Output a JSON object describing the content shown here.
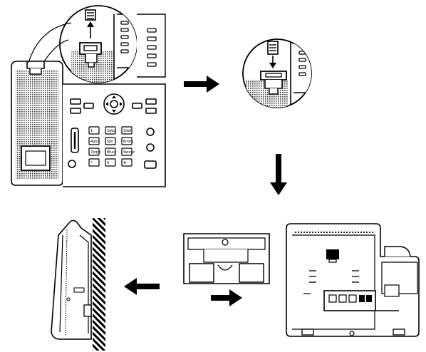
{
  "diagram": {
    "ink_color": "#000000",
    "paper_color": "#ffffff",
    "texture_color": "#3a3a3a",
    "steps": [
      {
        "name": "phone-front-hook-tab"
      },
      {
        "name": "hook-tab-reversed-closeup"
      },
      {
        "name": "wall-bracket-attach-back"
      },
      {
        "name": "wall-mounted-side-view"
      }
    ],
    "keypad": {
      "keys": [
        "1",
        "2abc",
        "3def",
        "4ghi",
        "5jkl",
        "6mno",
        "7pqrs",
        "8tuv",
        "9wxyz",
        "*.",
        "0",
        "#"
      ]
    },
    "arrows": [
      {
        "name": "arrow-right",
        "direction": "right"
      },
      {
        "name": "arrow-down",
        "direction": "down"
      },
      {
        "name": "arrow-left",
        "direction": "left"
      },
      {
        "name": "arrow-right-small",
        "direction": "right"
      }
    ]
  }
}
